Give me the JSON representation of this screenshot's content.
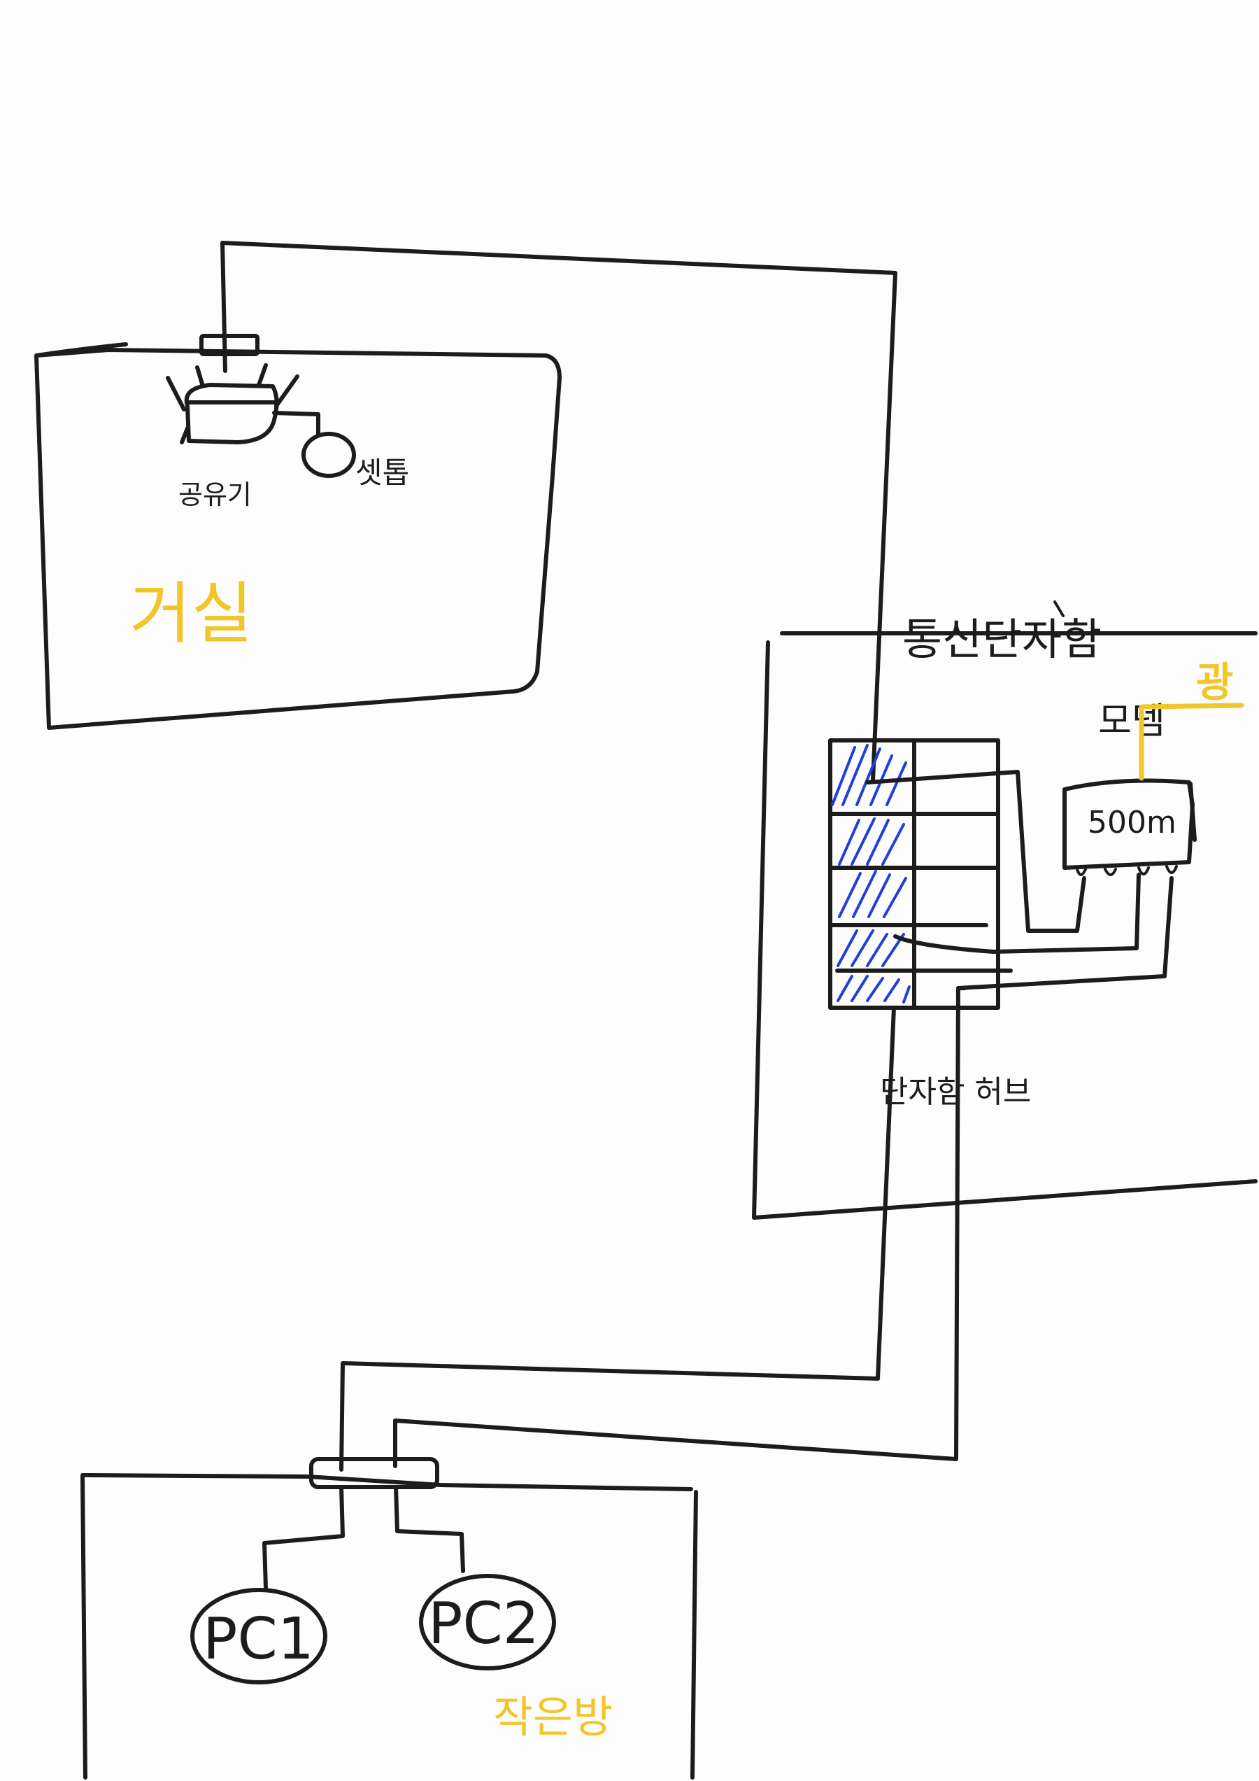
{
  "labels": {
    "router": "공유기",
    "settop": "셋톱",
    "living_room": "거실",
    "terminal_box": "통신단자함",
    "modem": "모뎀",
    "fiber": "광",
    "modem_speed": "500m",
    "terminal_hub": "단자함 허브",
    "pc1": "PC1",
    "pc2": "PC2",
    "small_room": "작은방"
  },
  "colors": {
    "ink": "#1c1c1c",
    "room_label": "#f2c52a",
    "hatch": "#1f3fd8",
    "fiber": "#f2c52a",
    "background": "#fdfdfd"
  }
}
